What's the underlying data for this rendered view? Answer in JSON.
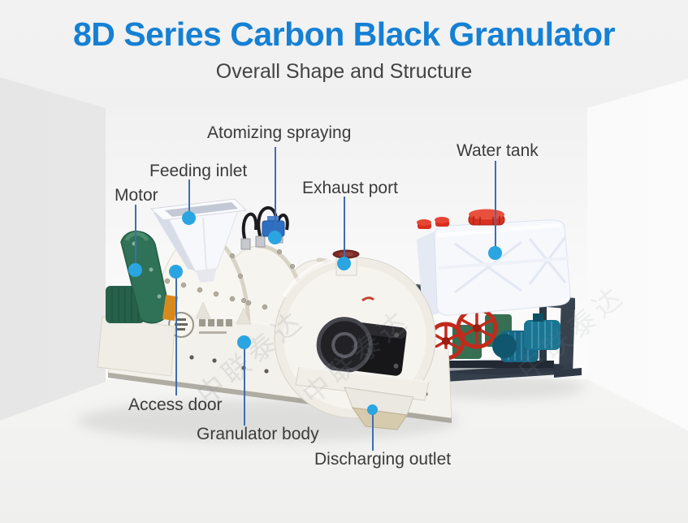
{
  "header": {
    "title": "8D Series Carbon Black Granulator",
    "subtitle": "Overall Shape and Structure"
  },
  "diagram": {
    "labels": [
      {
        "id": "motor",
        "text": "Motor"
      },
      {
        "id": "feeding-inlet",
        "text": "Feeding inlet"
      },
      {
        "id": "atomizing-spraying",
        "text": "Atomizing spraying"
      },
      {
        "id": "exhaust-port",
        "text": "Exhaust port"
      },
      {
        "id": "water-tank",
        "text": "Water tank"
      },
      {
        "id": "access-door",
        "text": "Access door"
      },
      {
        "id": "granulator-body",
        "text": "Granulator body"
      },
      {
        "id": "discharging-outlet",
        "text": "Discharging outlet"
      }
    ]
  },
  "watermark": {
    "text": "中联泰达"
  },
  "colors": {
    "title_blue": "#1580d4",
    "subtitle_gray": "#434343",
    "label_text": "#3b3b3b",
    "callout_line": "#3f6db2",
    "callout_dot": "#2aa5e1",
    "machine_body": "#f5f3ee",
    "motor_green": "#2f7257",
    "hopper_white": "#f7f8fb",
    "tank_white": "#f6f8fc",
    "tank_cap_red": "#d93020",
    "frame_navy": "#3d4755",
    "pump_wheel_red": "#c22a1c",
    "pump_body_green": "#366f52",
    "pump_motor_blue": "#186784"
  }
}
